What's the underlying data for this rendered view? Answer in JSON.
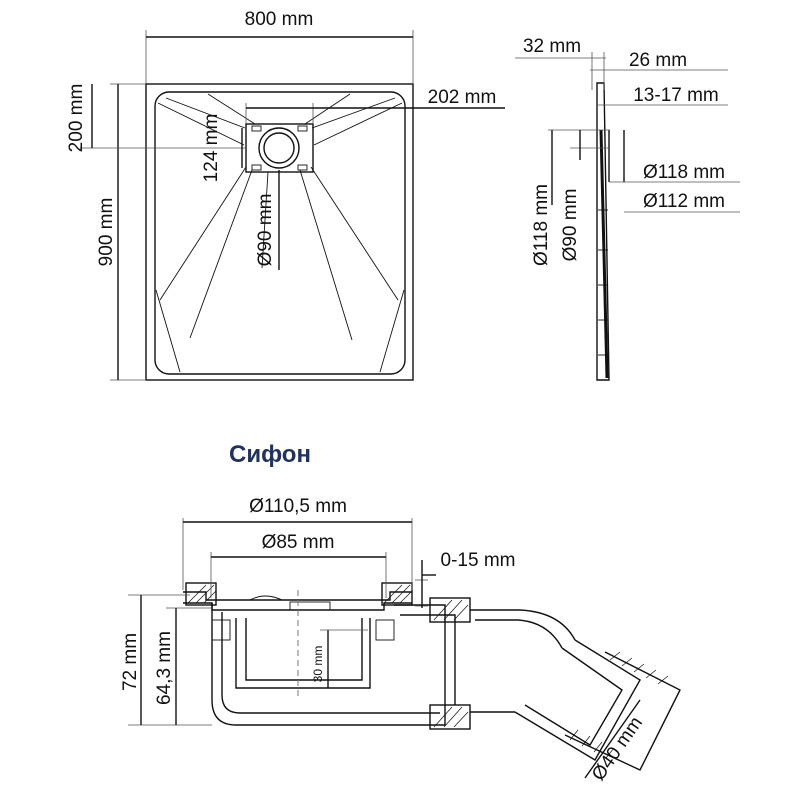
{
  "tray": {
    "width_label": "800 mm",
    "length_label": "900 mm",
    "drain_offset_label": "200 mm",
    "drain_size_label": "202 mm",
    "drain_inner_label": "124 mm",
    "drain_hole_label": "Ø90 mm"
  },
  "section": {
    "thickness_label": "32 mm",
    "rim_label": "26 mm",
    "slope_label": "13-17 mm",
    "outer_d_label": "Ø118 mm",
    "inner_d_label": "Ø112 mm",
    "v_outer_label": "Ø118 mm",
    "v_inner_label": "Ø90 mm"
  },
  "siphon": {
    "title": "Сифон",
    "outer_d_label": "Ø110,5 mm",
    "inner_d_label": "Ø85 mm",
    "adjust_label": "0-15 mm",
    "height_label": "72 mm",
    "height2_label": "64,3 mm",
    "seal_label": "30 mm",
    "outlet_label": "Ø40 mm"
  }
}
